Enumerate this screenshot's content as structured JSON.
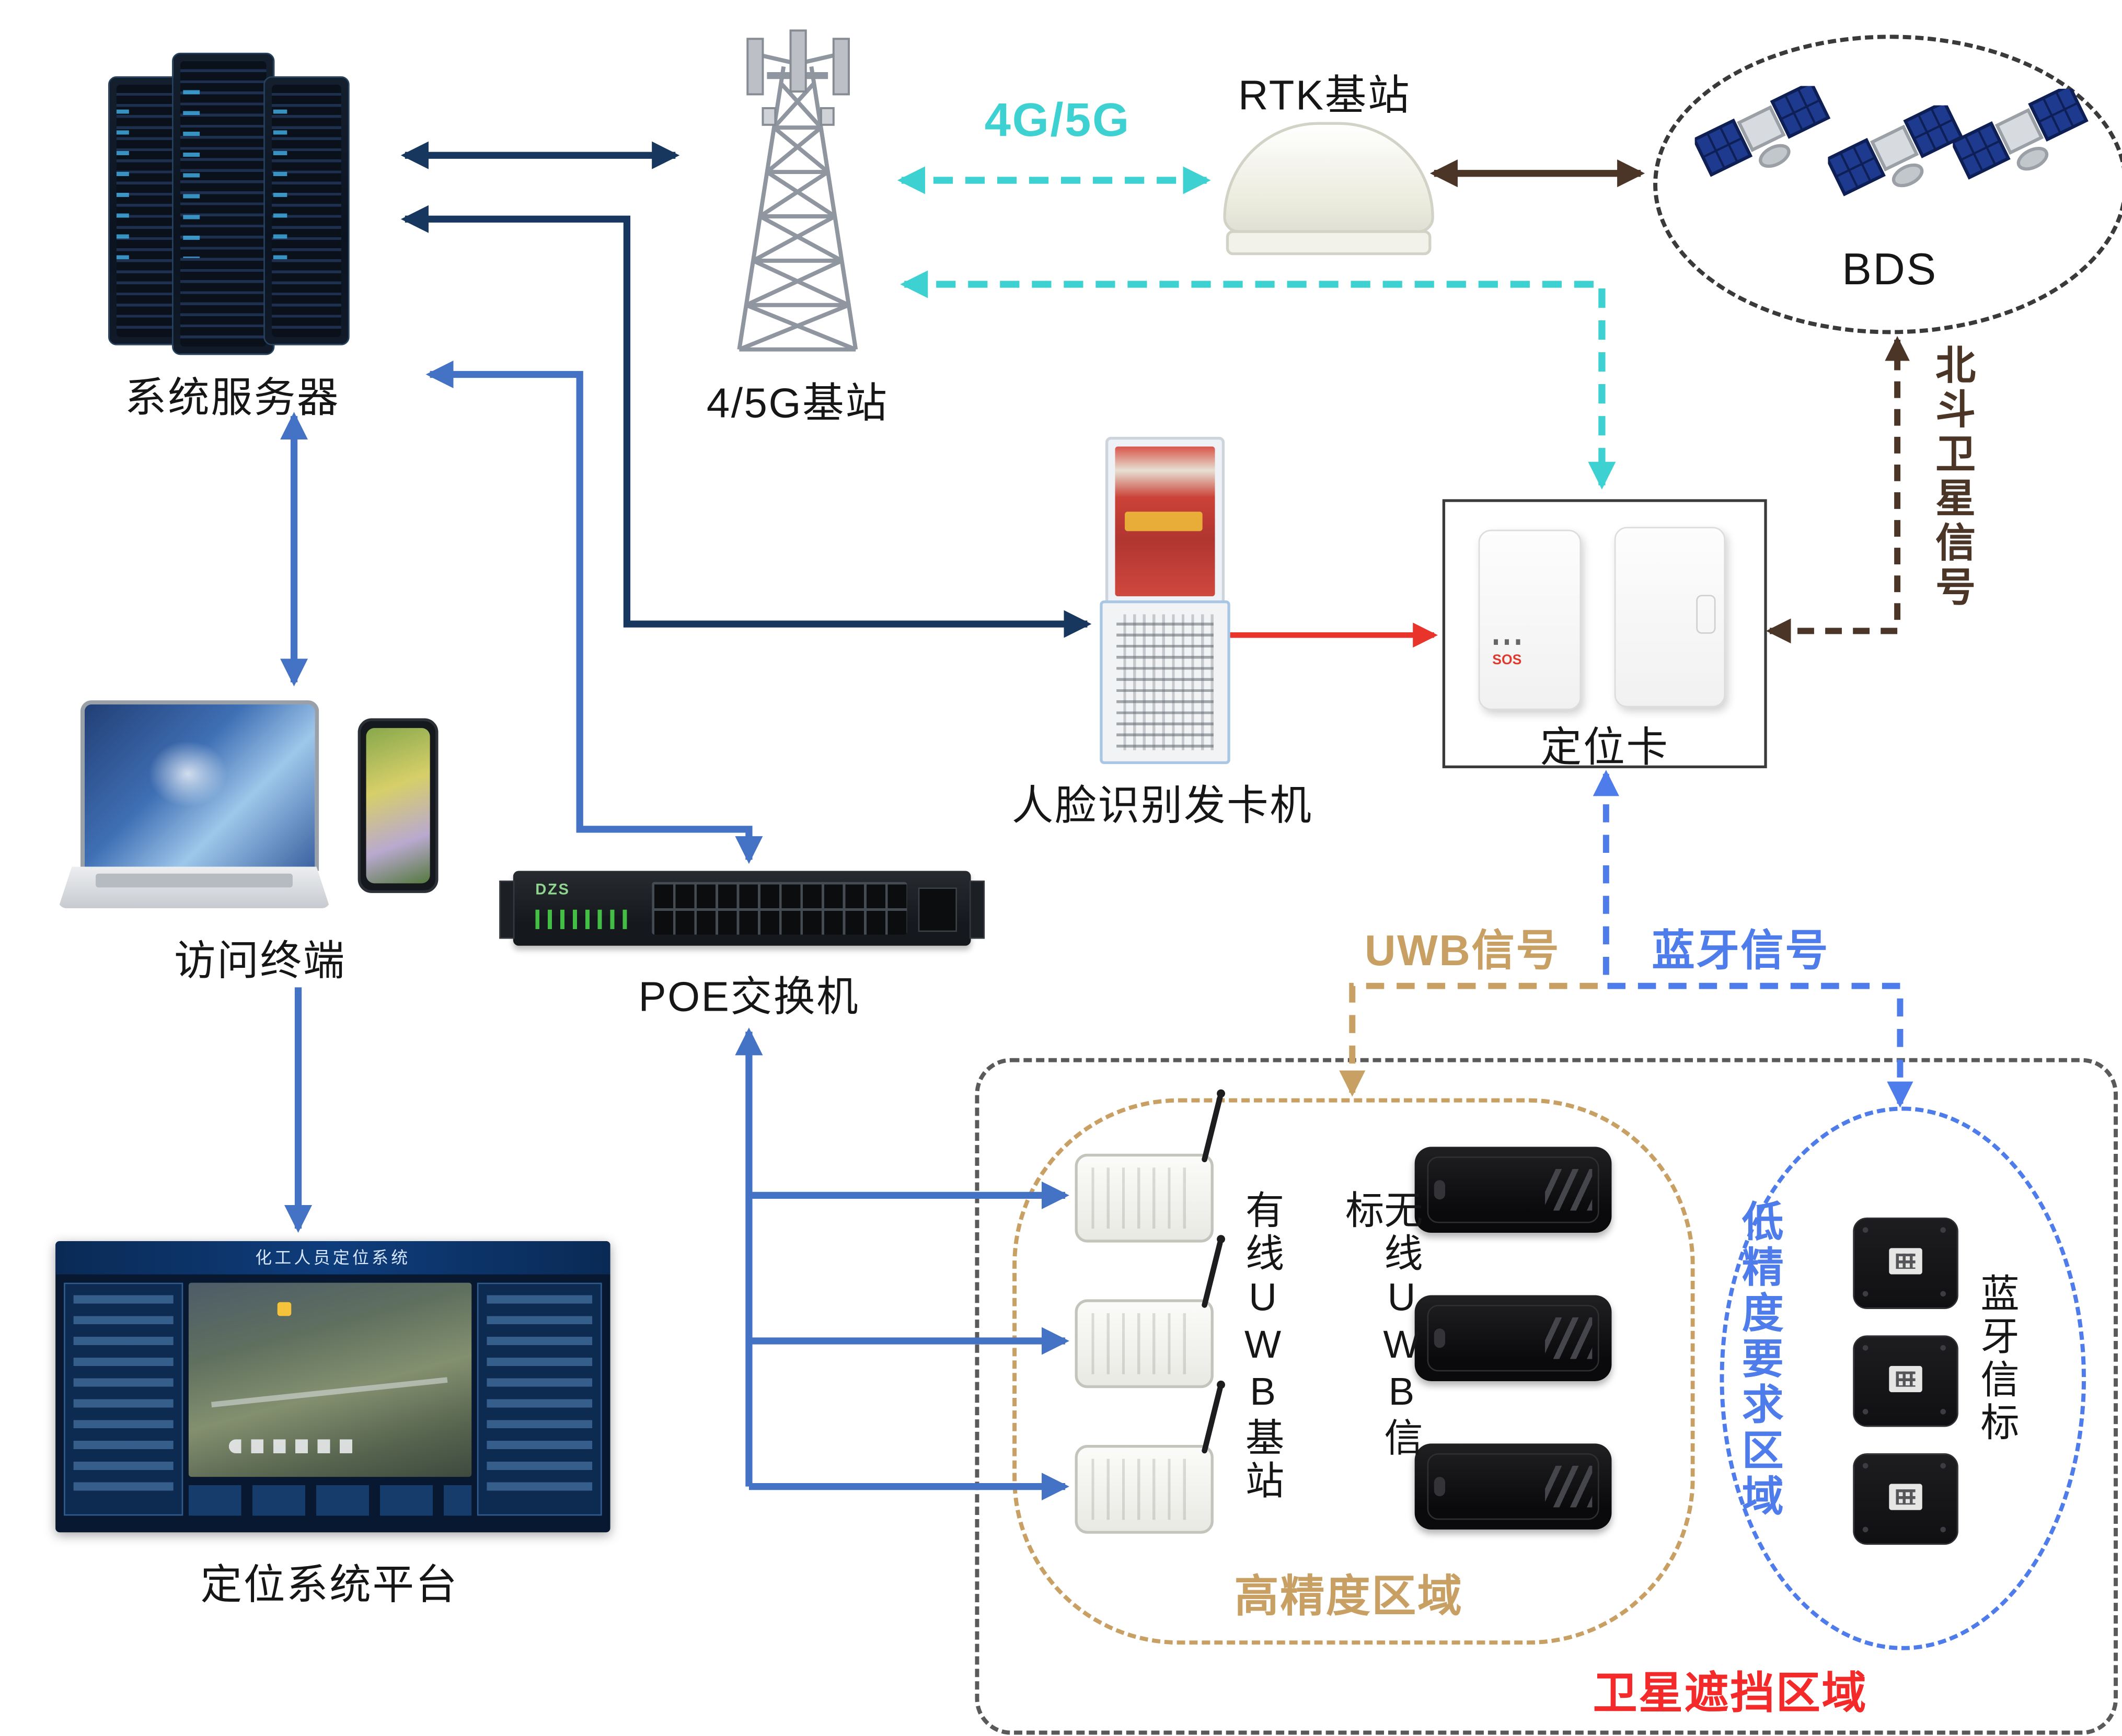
{
  "nodes": {
    "server": {
      "label": "系统服务器"
    },
    "tower": {
      "label": "4/5G基站"
    },
    "rtk": {
      "label": "RTK基站"
    },
    "bds": {
      "label": "BDS"
    },
    "kiosk": {
      "label": "人脸识别发卡机"
    },
    "card": {
      "label": "定位卡",
      "sos": "SOS"
    },
    "terminal": {
      "label": "访问终端"
    },
    "poe": {
      "label": "POE交换机",
      "brand": "DZS"
    },
    "platform": {
      "label": "定位系统平台",
      "screen_title": "化工人员定位系统"
    }
  },
  "signals": {
    "g45": {
      "label": "4G/5G",
      "color": "#3ED1D1"
    },
    "beidou": {
      "label": "北斗卫星信号",
      "color": "#4A3526"
    },
    "uwb": {
      "label": "UWB信号",
      "color": "#C9A063"
    },
    "bluetooth": {
      "label": "蓝牙信号",
      "color": "#4F7CEB"
    }
  },
  "zones": {
    "high_precision": {
      "label": "高精度区域",
      "color": "#C9A063"
    },
    "low_precision": {
      "label": "低精度要求区域",
      "color": "#4F7CEB"
    },
    "satellite_block": {
      "label": "卫星遮挡区域",
      "color": "#F42A2A"
    }
  },
  "devices": {
    "wired_uwb": {
      "label": "有线UWB基站"
    },
    "wireless_uwb": {
      "label": "无线UWB信标"
    },
    "bt_beacon": {
      "label": "蓝牙信标"
    }
  },
  "arrow_colors": {
    "backbone_navy": "#17375E",
    "lan_blue": "#4472C4",
    "cellular_cyan": "#3ED1D1",
    "satellite_brown": "#4A3526",
    "issue_red": "#E8342A"
  }
}
